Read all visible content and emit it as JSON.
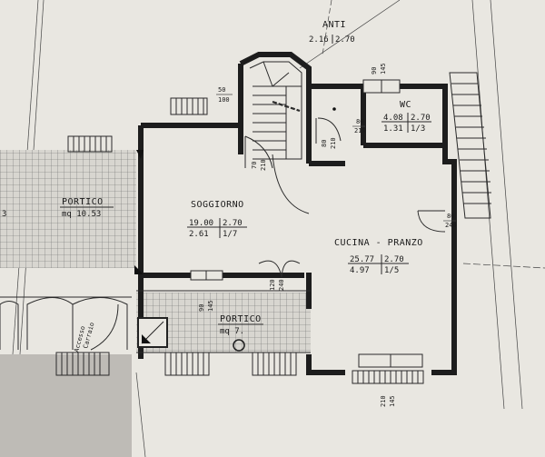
{
  "rooms": {
    "anti": {
      "name": "ANTI",
      "m1": "2.16",
      "m2": "2.70"
    },
    "wc": {
      "name": "WC",
      "m1": "4.08",
      "m2": "2.70",
      "m3": "1.31",
      "m4": "1/3"
    },
    "soggiorno": {
      "name": "SOGGIORNO",
      "m1": "19.00",
      "m2": "2.70",
      "m3": "2.61",
      "m4": "1/7"
    },
    "cucina": {
      "name": "CUCINA - PRANZO",
      "m1": "25.77",
      "m2": "2.70",
      "m3": "4.97",
      "m4": "1/5"
    },
    "portico_left": {
      "name": "PORTICO",
      "area": "mq 10.53"
    },
    "portico_bottom": {
      "name": "PORTICO",
      "area": "mq 7."
    },
    "accesso": {
      "line1": "Accesso",
      "line2": "Carraio"
    }
  },
  "dims": {
    "win_top_left": {
      "w": "50",
      "h": "100"
    },
    "win_wc": {
      "w": "90",
      "h": "145"
    },
    "door_anti": {
      "w": "80",
      "h": "210"
    },
    "door_wc": {
      "w": "80",
      "h": "210"
    },
    "door_stair": {
      "w": "70",
      "h": "210"
    },
    "door_right": {
      "w": "80",
      "h": "240"
    },
    "door_soggiorno": {
      "w": "120",
      "h": "240"
    },
    "win_soggiorno": {
      "w": "90",
      "h": "145"
    },
    "win_cucina": {
      "w": "210",
      "h": "145"
    }
  },
  "edge_number": "3"
}
